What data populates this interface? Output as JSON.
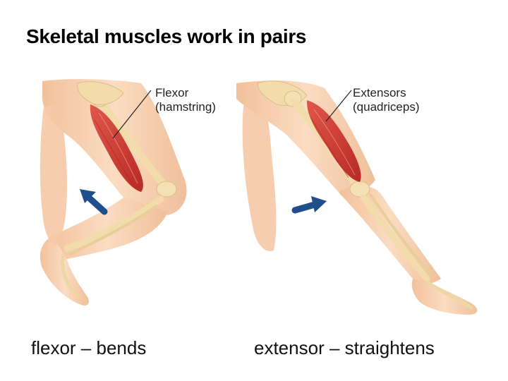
{
  "title": "Skeletal muscles work in pairs",
  "panels": [
    {
      "label_line1": "Flexor",
      "label_line2": "(hamstring)",
      "caption": "flexor – bends"
    },
    {
      "label_line1": "Extensors",
      "label_line2": "(quadriceps)",
      "caption": "extensor – straightens"
    }
  ],
  "colors": {
    "skin": "#f6cfae",
    "bone": "#f2dcac",
    "muscle": "#cc3b32",
    "arrow": "#1f4e8c"
  }
}
